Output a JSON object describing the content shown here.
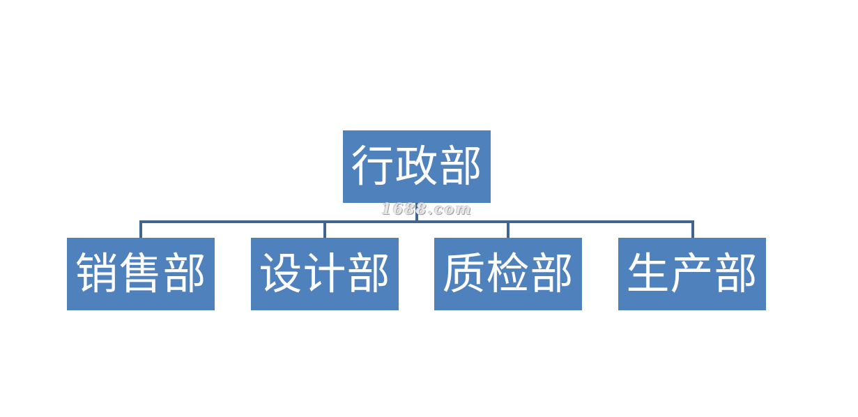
{
  "root": {
    "label": "行政部"
  },
  "departments": [
    {
      "label": "销售部"
    },
    {
      "label": "设计部"
    },
    {
      "label": "质检部"
    },
    {
      "label": "生产部"
    }
  ],
  "watermark": "1688.com",
  "colors": {
    "node_fill": "#4f81bd",
    "node_text": "#ffffff",
    "connector": "#41658e",
    "background": "#ffffff"
  }
}
